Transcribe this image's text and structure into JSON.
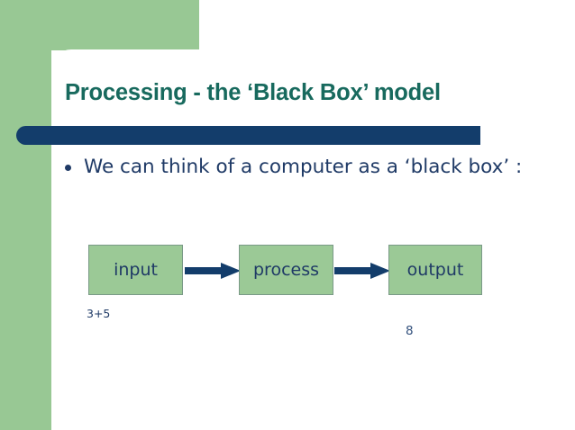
{
  "slide": {
    "title": "Processing - the ‘Black Box’ model",
    "bullet_text": "We can think of a computer as a ‘black box’ :",
    "annotation_sum": "3+5",
    "slide_number": "8"
  },
  "diagram": {
    "boxes": [
      {
        "label": "input"
      },
      {
        "label": "process"
      },
      {
        "label": "output"
      }
    ],
    "arrows": [
      {
        "name": "input-to-process"
      },
      {
        "name": "process-to-output"
      }
    ]
  },
  "colors": {
    "green_accent": "#98c894",
    "box_fill": "#9bc996",
    "box_border": "#7a9a87",
    "title_teal": "#186a5e",
    "navy": "#133d6b",
    "body_navy": "#1f3a66",
    "page_number": "#33517d",
    "background": "#ffffff"
  }
}
